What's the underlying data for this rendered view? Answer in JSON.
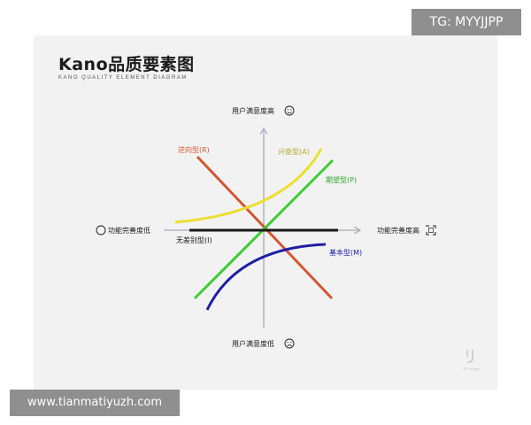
{
  "title": "Kano品质要素图",
  "subtitle": "KANO QUALITY ELEMENT DIAGRAM",
  "axes": {
    "top": "用户满意度高",
    "bottom": "用户满意度低",
    "left": "功能完善度低",
    "right": "功能完善度高"
  },
  "curves": {
    "reverse": "逆向型(R)",
    "attractive": "兴奋型(A)",
    "performance": "期望型(P)",
    "must_be": "基本型(M)",
    "indifferent": "无差别型(I)"
  },
  "colors": {
    "reverse": "#d2572f",
    "attractive": "#ecdf2e",
    "performance": "#3ccd35",
    "must_be": "#1f1fa4",
    "indifferent": "#1a1a1a",
    "axis": "#a9a9b3"
  },
  "icons": {
    "top": "smile-face-icon",
    "bottom": "sad-face-icon",
    "left": "circle-icon",
    "right": "expand-icon"
  },
  "logo_text": "JR Design",
  "watermark_badge": "TG: MYYJJPP",
  "watermark_url": "www.tianmatiyuzh.com"
}
